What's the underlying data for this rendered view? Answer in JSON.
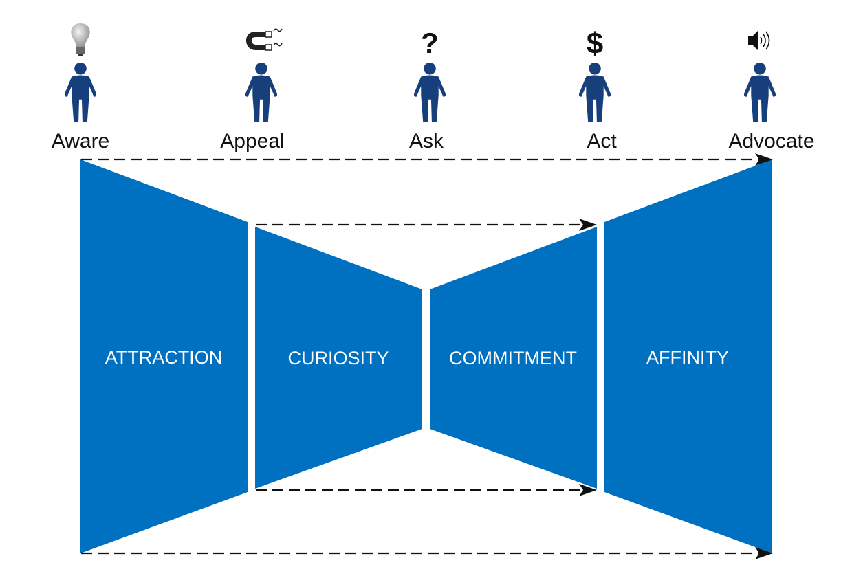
{
  "colors": {
    "funnel": "#0070c0",
    "person": "#173f7c",
    "arrow": "#111111"
  },
  "stages": [
    {
      "label": "Aware",
      "icon": "lightbulb-icon"
    },
    {
      "label": "Appeal",
      "icon": "magnet-icon"
    },
    {
      "label": "Ask",
      "icon": "question-mark-icon",
      "glyph": "?"
    },
    {
      "label": "Act",
      "icon": "dollar-icon",
      "glyph": "$"
    },
    {
      "label": "Advocate",
      "icon": "speaker-icon"
    }
  ],
  "phases": [
    {
      "label": "ATTRACTION"
    },
    {
      "label": "CURIOSITY"
    },
    {
      "label": "COMMITMENT"
    },
    {
      "label": "AFFINITY"
    }
  ]
}
